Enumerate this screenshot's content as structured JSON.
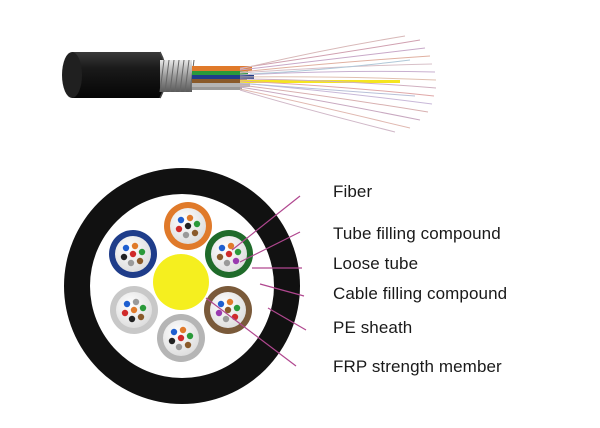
{
  "labels": {
    "fiber": "Fiber",
    "tube_filling_compound": "Tube filling compound",
    "loose_tube": "Loose tube",
    "cable_filling_compound": "Cable filling compound",
    "pe_sheath": "PE sheath",
    "frp_strength_member": "FRP strength member"
  },
  "colors": {
    "pe_sheath": "#111111",
    "frp_strength_member": "#f5ef1f",
    "leader_lines": "#b0478f",
    "loose_tubes": [
      "#e07a2a",
      "#1f3d8a",
      "#1f6b2a",
      "#7a5a3a",
      "#b5b5b5",
      "#c8c8c8"
    ],
    "fiber_colors": [
      "#1e5fd0",
      "#e07a2a",
      "#2a9a3a",
      "#8a5a2a",
      "#9a9a9a",
      "#f0f0f0",
      "#d02a2a",
      "#222222",
      "#f5e51f",
      "#9a3ab0",
      "#e05a9a",
      "#3ac0d0"
    ]
  }
}
